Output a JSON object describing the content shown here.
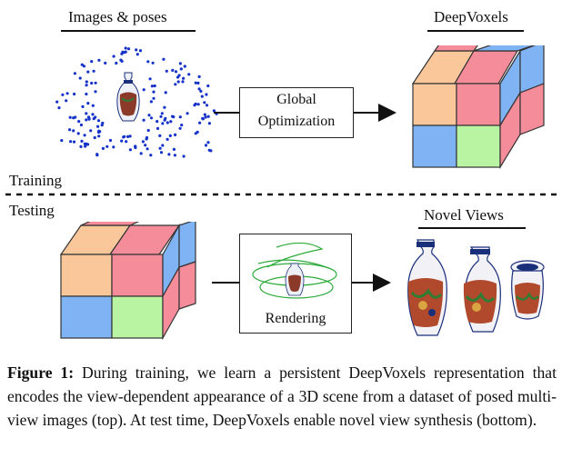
{
  "labels": {
    "images_poses": "Images & poses",
    "deepvoxels": "DeepVoxels",
    "training": "Training",
    "testing": "Testing",
    "novel_views": "Novel Views"
  },
  "boxes": {
    "optimization_line1": "Global",
    "optimization_line2": "Optimization",
    "rendering": "Rendering"
  },
  "caption": {
    "figure_label": "Figure 1:",
    "text": "During training, we learn a persistent DeepVoxels representation that encodes the view-dependent appearance of a 3D scene from a dataset of posed multi-view images (top). At test time, DeepVoxels enable novel view synthesis (bottom)."
  },
  "colors": {
    "cube_orange": "#f9c79a",
    "cube_red": "#f48c9a",
    "cube_blue": "#7fb3f3",
    "cube_green": "#b9f4a3",
    "points_blue": "#1633c9",
    "trajectory_green": "#2daa3a"
  }
}
